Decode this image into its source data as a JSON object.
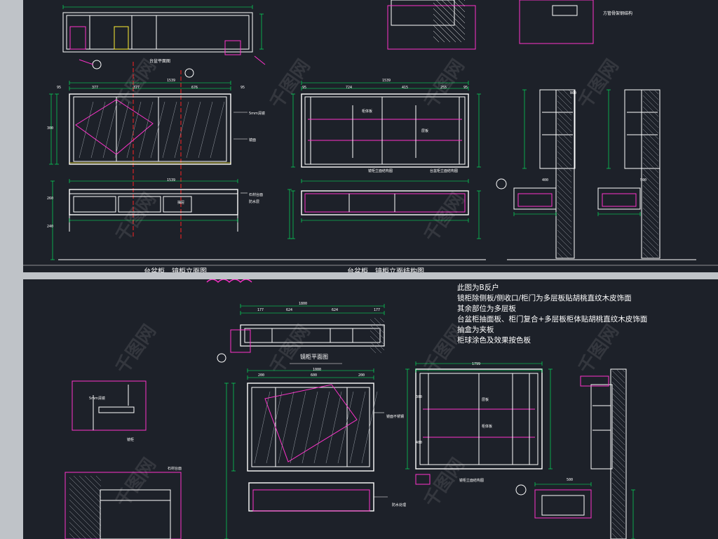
{
  "colors": {
    "background": "#1d2129",
    "page": "#bfc3c8",
    "cad_white": "#ffffff",
    "cad_green": "#00ff66",
    "cad_magenta": "#ff33cc",
    "cad_red": "#ff2222",
    "cad_cyan": "#00e5ff",
    "cad_yellow": "#ffee33"
  },
  "top_sheet": {
    "title_left": "台盆柜、镜柜立面图",
    "title_right": "台盆柜、镜柜立面结构图",
    "plan_label": "台盆平面图",
    "note_top_right": "方管骨架钢结构",
    "top_dim_left": "1539",
    "top_dim_right": "1539",
    "row_dims_left": [
      "95",
      "377",
      "377",
      "676",
      "95"
    ],
    "row_dims_right": [
      "95",
      "724",
      "415",
      "255",
      "95"
    ],
    "lower_dim_left": "1539",
    "side_dims": [
      "300",
      "260",
      "240"
    ],
    "right_panel_dims": [
      "400",
      "500",
      "800"
    ],
    "annotations_mid": [
      "5mm清镜",
      "镜面",
      "石材台面",
      "防水层",
      "抽屉",
      "柜体板",
      "层板"
    ],
    "caption_struct": "镜柜立面结构图",
    "caption_struct2": "台盆柜立面结构图"
  },
  "bottom_sheet": {
    "plan_label": "镜柜平面图",
    "notes": [
      "此图为B反户",
      "镜柜除侧板/侧收口/柜门为多层板贴胡桃直纹木皮饰面",
      "其余部位为多层板",
      "台盆柜抽面板、柜门复合+多层板柜体贴胡桃直纹木皮饰面",
      "抽盒为夹板",
      "柜球涂色及效果按色板"
    ],
    "top_dims": [
      "1800",
      "177",
      "624",
      "624",
      "177"
    ],
    "mirror_dims": [
      "1000",
      "200",
      "600",
      "200"
    ],
    "cabinet_dims": [
      "1799",
      "300",
      "400"
    ],
    "annotations": [
      "5mm清镜",
      "镜柜",
      "层板",
      "柜体板",
      "镜面不锈钢",
      "石材台面",
      "防水处理"
    ],
    "caption_struct": "镜柜立面结构图",
    "right_dim": "500"
  },
  "watermark": "千图网"
}
